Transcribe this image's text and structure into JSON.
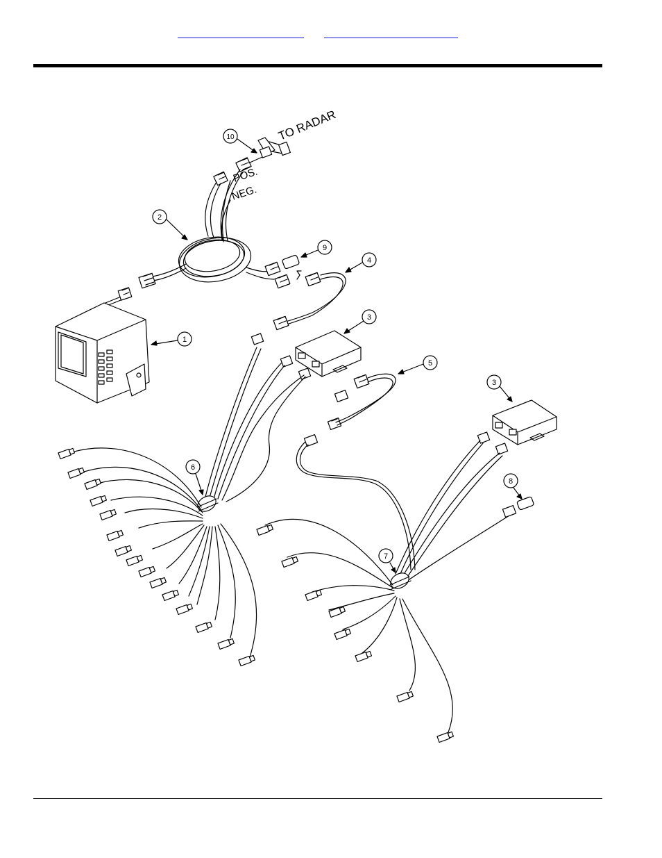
{
  "header": {
    "links": [
      "",
      ""
    ]
  },
  "diagram": {
    "labels": {
      "to_radar": "TO RADAR",
      "pos": "POS.",
      "neg": "NEG."
    },
    "callouts": [
      "1",
      "2",
      "3",
      "3",
      "4",
      "5",
      "6",
      "7",
      "8",
      "9",
      "10"
    ]
  }
}
